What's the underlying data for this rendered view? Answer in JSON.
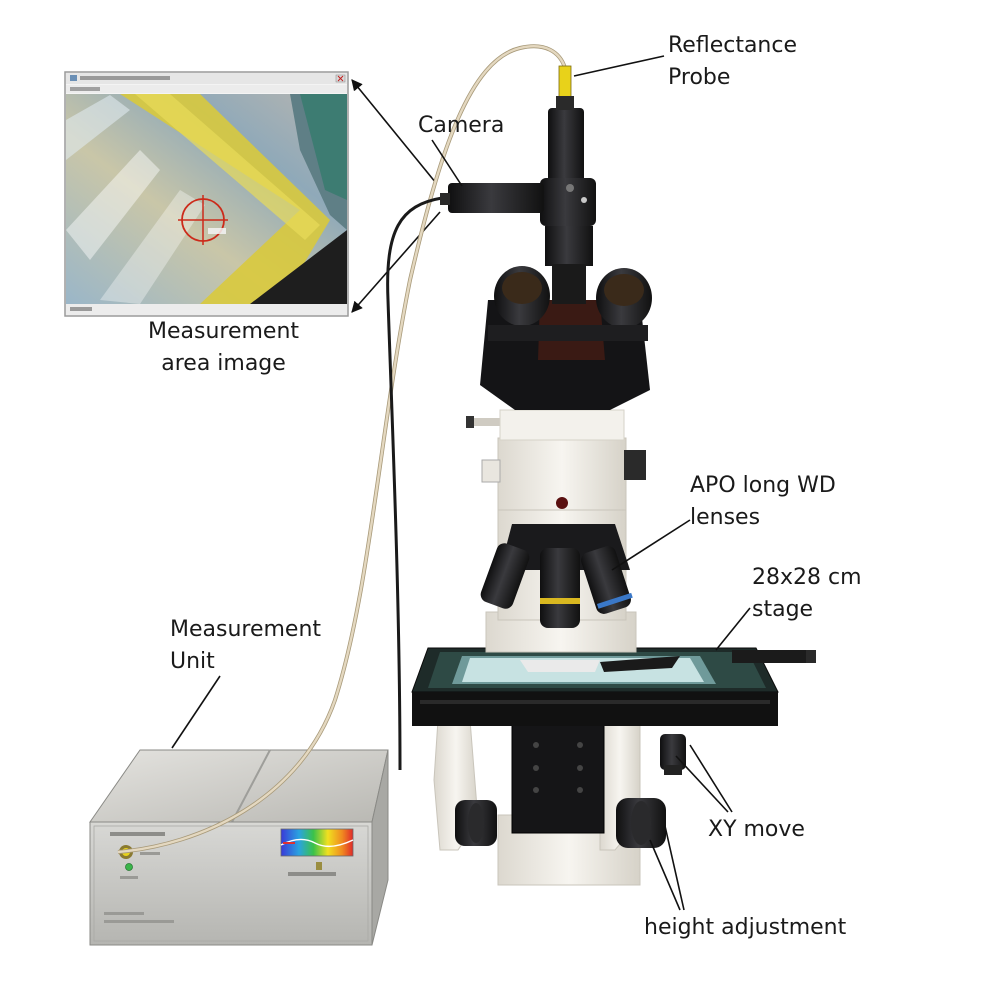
{
  "labels": {
    "reflectance_probe": [
      "Reflectance",
      "Probe"
    ],
    "camera": "Camera",
    "measurement_area_image": [
      "Measurement",
      "area image"
    ],
    "apo_lenses": [
      "APO long WD",
      "lenses"
    ],
    "stage": [
      "28x28 cm",
      "stage"
    ],
    "measurement_unit": [
      "Measurement",
      "Unit"
    ],
    "xy_move": "XY move",
    "height_adjustment": "height adjustment"
  },
  "colors": {
    "microscope_body": "#f2efe8",
    "microscope_dark": "#1c1c1e",
    "stage_green": "#2e4a45",
    "fiber_cable": "#d9cbb0",
    "probe_yellow": "#e8d21a",
    "unit_silver": "#c9c9c6",
    "image_yellow": "#d9c93a",
    "crosshair_red": "#cc2a1a"
  },
  "icons": [
    "window-icon",
    "crosshair-icon",
    "spectrum-logo-icon",
    "connector-icon"
  ]
}
